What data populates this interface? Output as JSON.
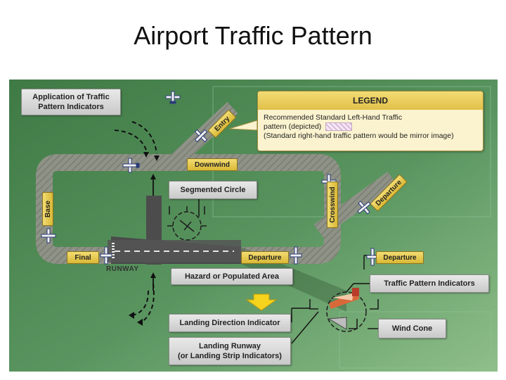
{
  "title": "Airport Traffic Pattern",
  "colors": {
    "background": "#4f8a54",
    "pattern": "#8f9287",
    "label_yellow": "#e4c54a",
    "label_gray": "#d6d6d6",
    "arrow_yellow": "#f6d31c"
  },
  "legend": {
    "heading": "LEGEND",
    "line1": "Recommended Standard Left-Hand Traffic",
    "line2": "pattern (depicted)",
    "line3": "(Standard right-hand traffic pattern would be mirror image)"
  },
  "callouts": {
    "application": "Application of Traffic Pattern Indicators",
    "segmented_circle": "Segmented Circle",
    "hazard": "Hazard or Populated Area",
    "traffic_indicators": "Traffic Pattern Indicators",
    "wind_cone": "Wind Cone",
    "landing_direction": "Landing Direction Indicator",
    "landing_runway_l1": "Landing Runway",
    "landing_runway_l2": "(or Landing Strip Indicators)"
  },
  "legs": {
    "entry": "Entry",
    "downwind": "Downwind",
    "base": "Base",
    "final": "Final",
    "crosswind": "Crosswind",
    "departure": "Departure"
  },
  "runway_label": "RUNWAY",
  "icons": [
    "airplane-icon",
    "yellow-arrow-icon",
    "segmented-circle-icon",
    "wind-cone-icon",
    "traffic-indicator-icon"
  ]
}
